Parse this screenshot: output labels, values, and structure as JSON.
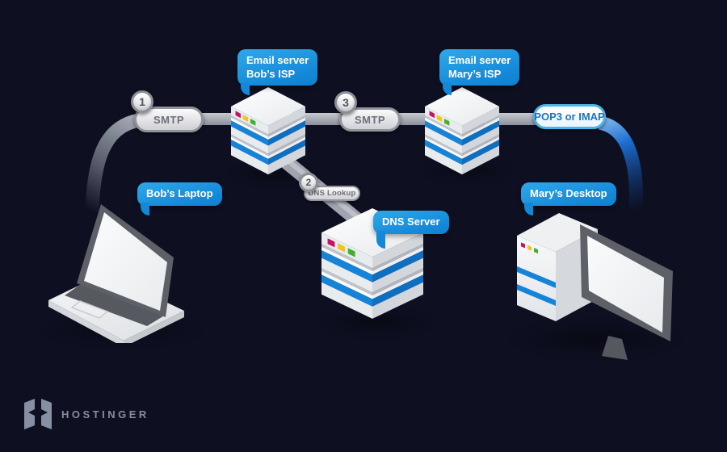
{
  "title": "Email delivery diagram (Hostinger)",
  "bubbles": {
    "bob_isp": {
      "line1": "Email server",
      "line2": "Bob’s ISP"
    },
    "mary_isp": {
      "line1": "Email server",
      "line2": "Mary’s ISP"
    },
    "bob_laptop": {
      "label": "Bob’s Laptop"
    },
    "mary_desktop": {
      "label": "Mary’s Desktop"
    },
    "dns_server": {
      "label": "DNS Server"
    }
  },
  "steps": [
    {
      "num": "1",
      "label": "SMTP"
    },
    {
      "num": "2",
      "label": "DNS Lookup"
    },
    {
      "num": "3",
      "label": "SMTP"
    }
  ],
  "protocol_pill": {
    "label": "POP3 or IMAP"
  },
  "logo": {
    "text": "HOSTINGER"
  },
  "colors": {
    "background_center": "#272c50",
    "background_edge": "#161a33",
    "bubble_blue": "#1e97e0",
    "pipe_gray": "#9ba0ab",
    "arc_blue": "#1d6fd2",
    "server_stripe_blue": "#1584d8",
    "led_red": "#c81360",
    "led_yellow": "#f2c41c",
    "led_green": "#43b02a",
    "pill_text_gray": "#6e6f78",
    "pill_text_blue": "#1b76bd",
    "logo_gray": "#858c9f"
  }
}
